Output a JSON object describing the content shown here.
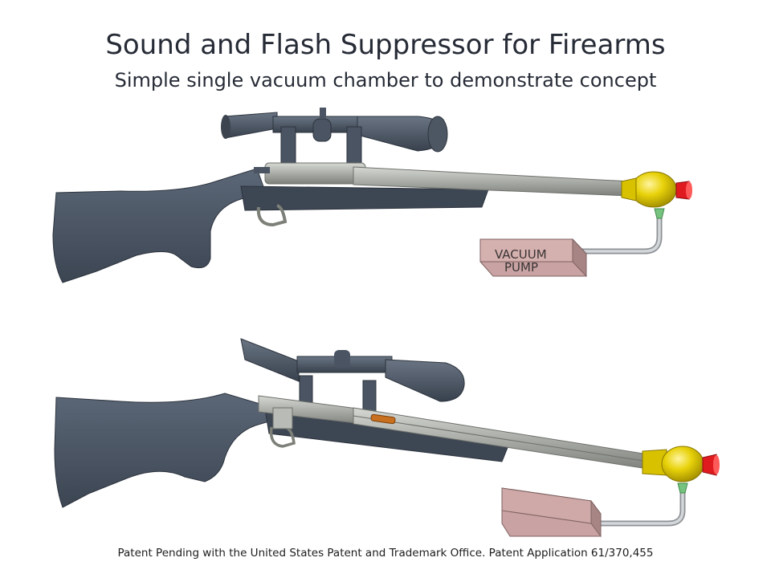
{
  "slide": {
    "title": "Sound and Flash Suppressor  for Firearms",
    "subtitle": "Simple single vacuum chamber to demonstrate concept",
    "footer": "Patent Pending with the United States Patent and Trademark Office. Patent Application 61/370,455"
  },
  "figures": {
    "top": {
      "pump_label_line1": "VACUUM",
      "pump_label_line2": "PUMP"
    }
  },
  "colors": {
    "stock": "#4a5563",
    "stock_dark": "#343d49",
    "barrel": "#a9aca7",
    "suppressor": "#e5d000",
    "muzzle": "#e01b20",
    "pump": "#c9a3a3",
    "hose": "#c8cccf",
    "fitting": "#76c27f",
    "bullet": "#c8701f"
  }
}
